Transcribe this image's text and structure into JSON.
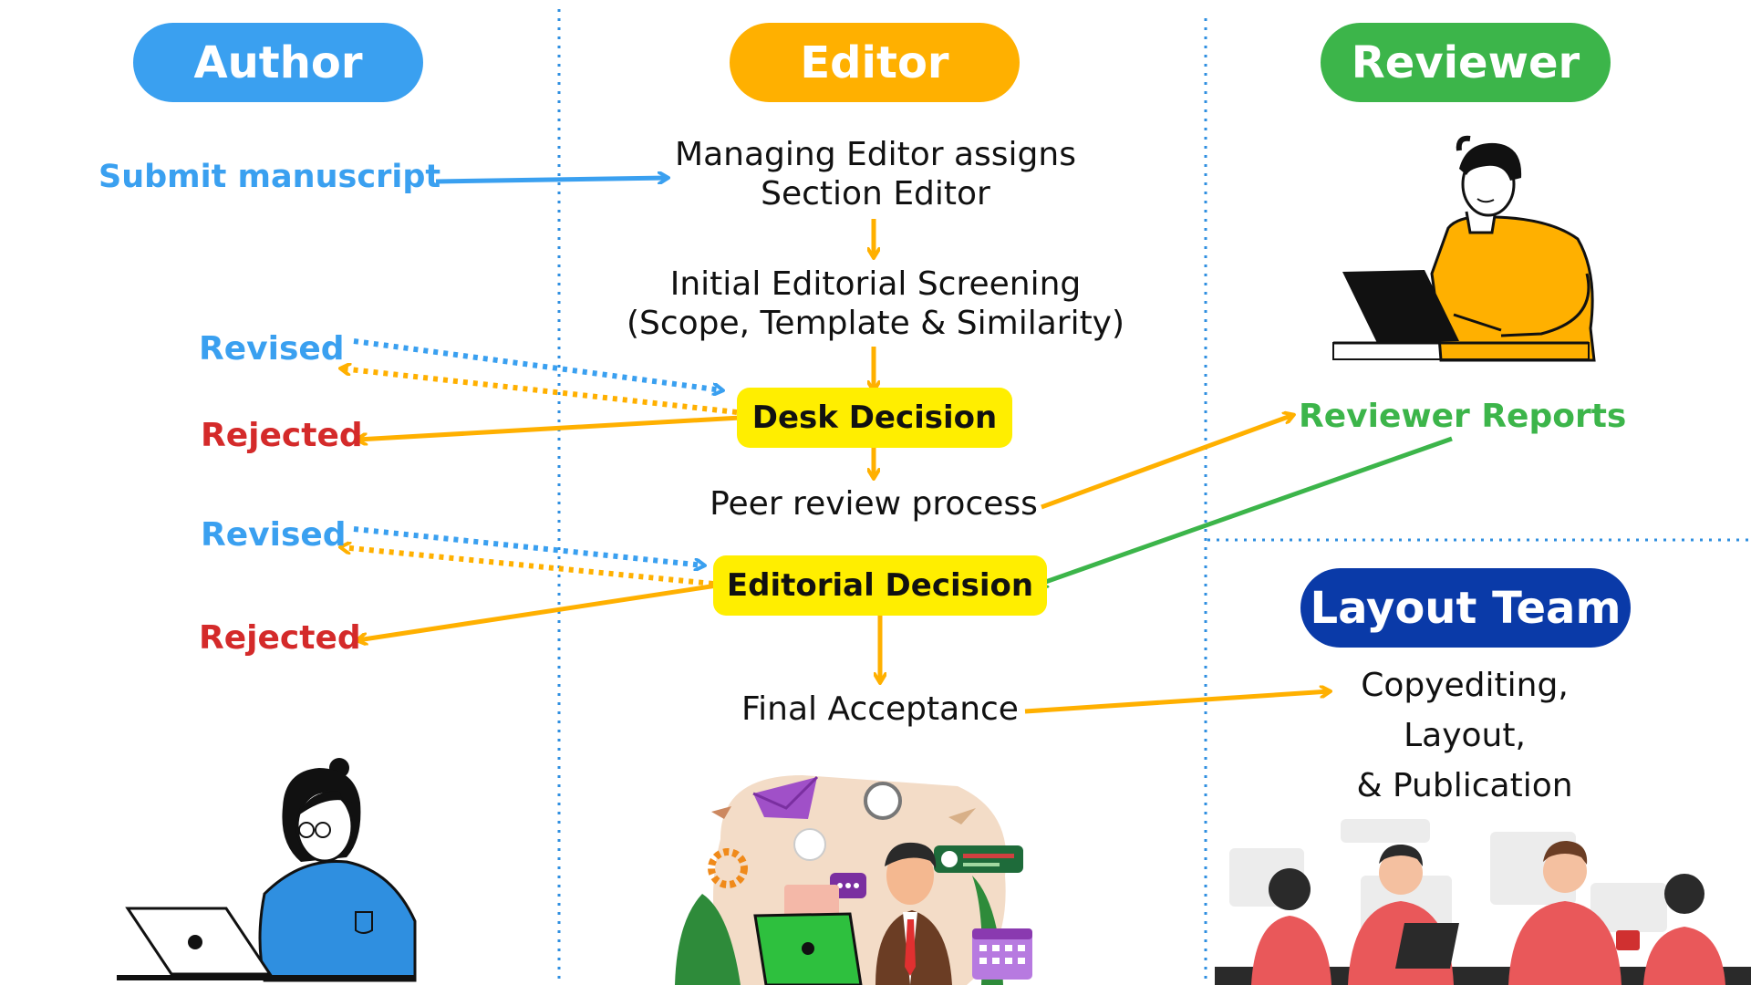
{
  "roles": {
    "author": "Author",
    "editor": "Editor",
    "reviewer": "Reviewer",
    "layout_team": "Layout Team"
  },
  "author_side": {
    "submit": "Submit manuscript",
    "revised_1": "Revised",
    "rejected_1": "Rejected",
    "revised_2": "Revised",
    "rejected_2": "Rejected"
  },
  "editor_flow": {
    "assign_line1": "Managing Editor assigns",
    "assign_line2": "Section Editor",
    "screening_line1": "Initial Editorial Screening",
    "screening_line2": "(Scope, Template & Similarity)",
    "desk_decision": "Desk Decision",
    "peer_review": "Peer review process",
    "editorial_decision": "Editorial Decision",
    "final_acceptance": "Final Acceptance"
  },
  "reviewer_side": {
    "reports": "Reviewer Reports"
  },
  "layout_side": {
    "line1": "Copyediting,",
    "line2": "Layout,",
    "line3": "& Publication"
  },
  "colors": {
    "author_blue": "#3aa0f0",
    "editor_orange": "#ffb000",
    "reviewer_green": "#3cb54a",
    "layout_navy": "#0a3aa8",
    "rejected_red": "#d42a2a",
    "decision_yellow": "#ffee00",
    "divider_blue": "#2f8fe0"
  },
  "icons": {
    "author_illustration": "woman-at-laptop-illustration",
    "reviewer_illustration": "man-at-laptop-illustration",
    "editor_illustration": "editor-workspace-illustration",
    "layout_illustration": "team-meeting-illustration"
  }
}
